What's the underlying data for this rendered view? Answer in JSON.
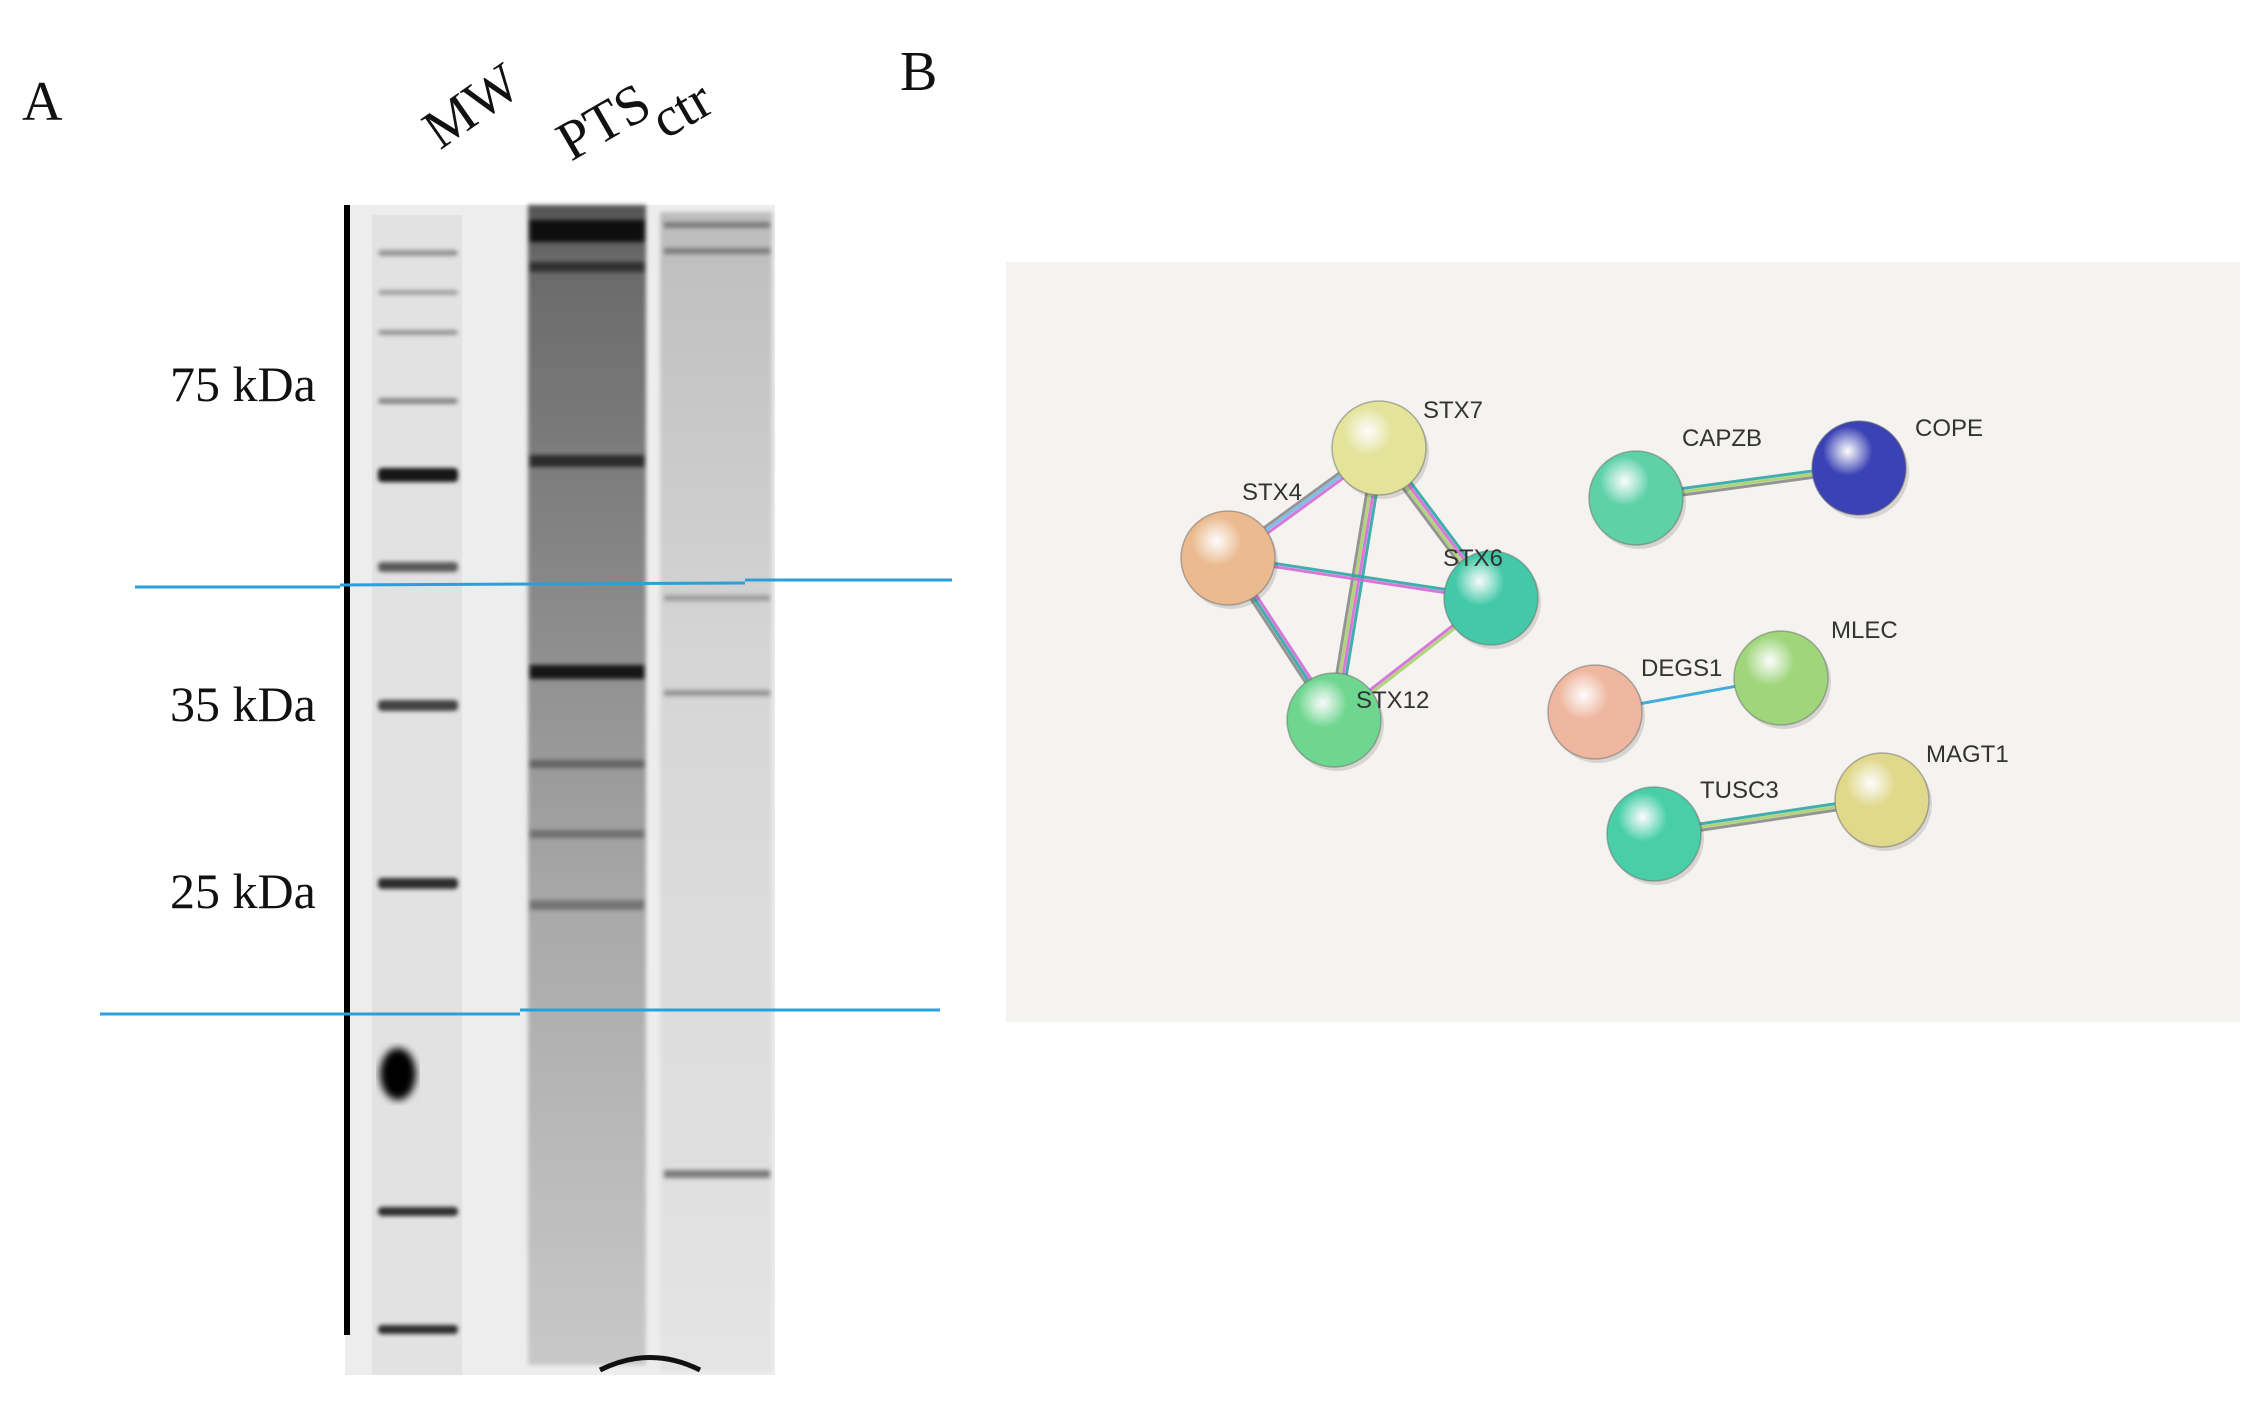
{
  "panels": {
    "a": "A",
    "b": "B"
  },
  "gel": {
    "lanes": [
      "MW",
      "PTS",
      "ctr"
    ],
    "mw_markers": [
      "75 kDa",
      "35 kDa",
      "25 kDa"
    ],
    "line_color": "#2a9fd8"
  },
  "network": {
    "nodes": [
      {
        "id": "STX7",
        "label": "STX7",
        "color": "#e3e39a"
      },
      {
        "id": "STX4",
        "label": "STX4",
        "color": "#ebbb8f"
      },
      {
        "id": "STX6",
        "label": "STX6",
        "color": "#43c9a8"
      },
      {
        "id": "STX12",
        "label": "STX12",
        "color": "#6fd690"
      },
      {
        "id": "CAPZB",
        "label": "CAPZB",
        "color": "#5ed1a9"
      },
      {
        "id": "COPE",
        "label": "COPE",
        "color": "#3b42b5"
      },
      {
        "id": "DEGS1",
        "label": "DEGS1",
        "color": "#efb79f"
      },
      {
        "id": "MLEC",
        "label": "MLEC",
        "color": "#9fd67c"
      },
      {
        "id": "TUSC3",
        "label": "TUSC3",
        "color": "#48cfa8"
      },
      {
        "id": "MAGT1",
        "label": "MAGT1",
        "color": "#e0d88a"
      }
    ],
    "edges": [
      {
        "source": "STX7",
        "target": "STX4",
        "colors": [
          "#d26ad6",
          "#6fb8e6",
          "#8a8a8a"
        ]
      },
      {
        "source": "STX7",
        "target": "STX6",
        "colors": [
          "#2ea6a6",
          "#d26ad6",
          "#a8d06a",
          "#8a8a8a"
        ]
      },
      {
        "source": "STX7",
        "target": "STX12",
        "colors": [
          "#2ea6a6",
          "#d26ad6",
          "#a8d06a",
          "#8a8a8a"
        ]
      },
      {
        "source": "STX4",
        "target": "STX6",
        "colors": [
          "#2ea6a6",
          "#d26ad6"
        ]
      },
      {
        "source": "STX4",
        "target": "STX12",
        "colors": [
          "#d26ad6",
          "#2ea6a6",
          "#8a8a8a"
        ]
      },
      {
        "source": "STX6",
        "target": "STX12",
        "colors": [
          "#a8d06a",
          "#d26ad6"
        ]
      },
      {
        "source": "CAPZB",
        "target": "COPE",
        "colors": [
          "#2ea6a6",
          "#a8d06a",
          "#8a8a8a"
        ]
      },
      {
        "source": "DEGS1",
        "target": "MLEC",
        "colors": [
          "#2ea6d6"
        ]
      },
      {
        "source": "TUSC3",
        "target": "MAGT1",
        "colors": [
          "#2ea6a6",
          "#a8d06a",
          "#8a8a8a"
        ]
      }
    ]
  }
}
